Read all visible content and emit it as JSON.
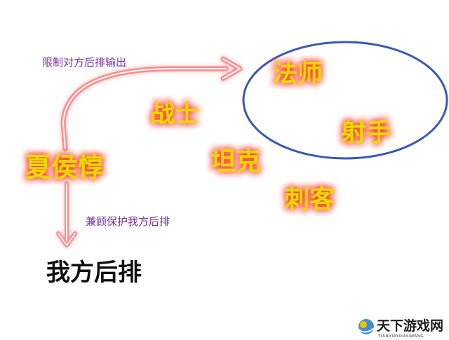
{
  "notes": {
    "top": "限制对方后排输出",
    "bottom": "兼顾保护我方后排"
  },
  "nodes": {
    "hero": "夏侯惇",
    "warrior": "战士",
    "tank": "坦克",
    "assassin": "刺客",
    "mage": "法师",
    "marksman": "射手",
    "own_backline": "我方后排"
  },
  "watermark": {
    "name": "天下游戏网",
    "sub": "TIANXIAYOUXIWANG"
  },
  "colors": {
    "glow_text": "#e8d800",
    "glow_red": "#ff2a1a",
    "note_purple": "#7a2fa0",
    "ellipse_blue": "#3a57b6",
    "arrow_red": "#e8454a"
  }
}
